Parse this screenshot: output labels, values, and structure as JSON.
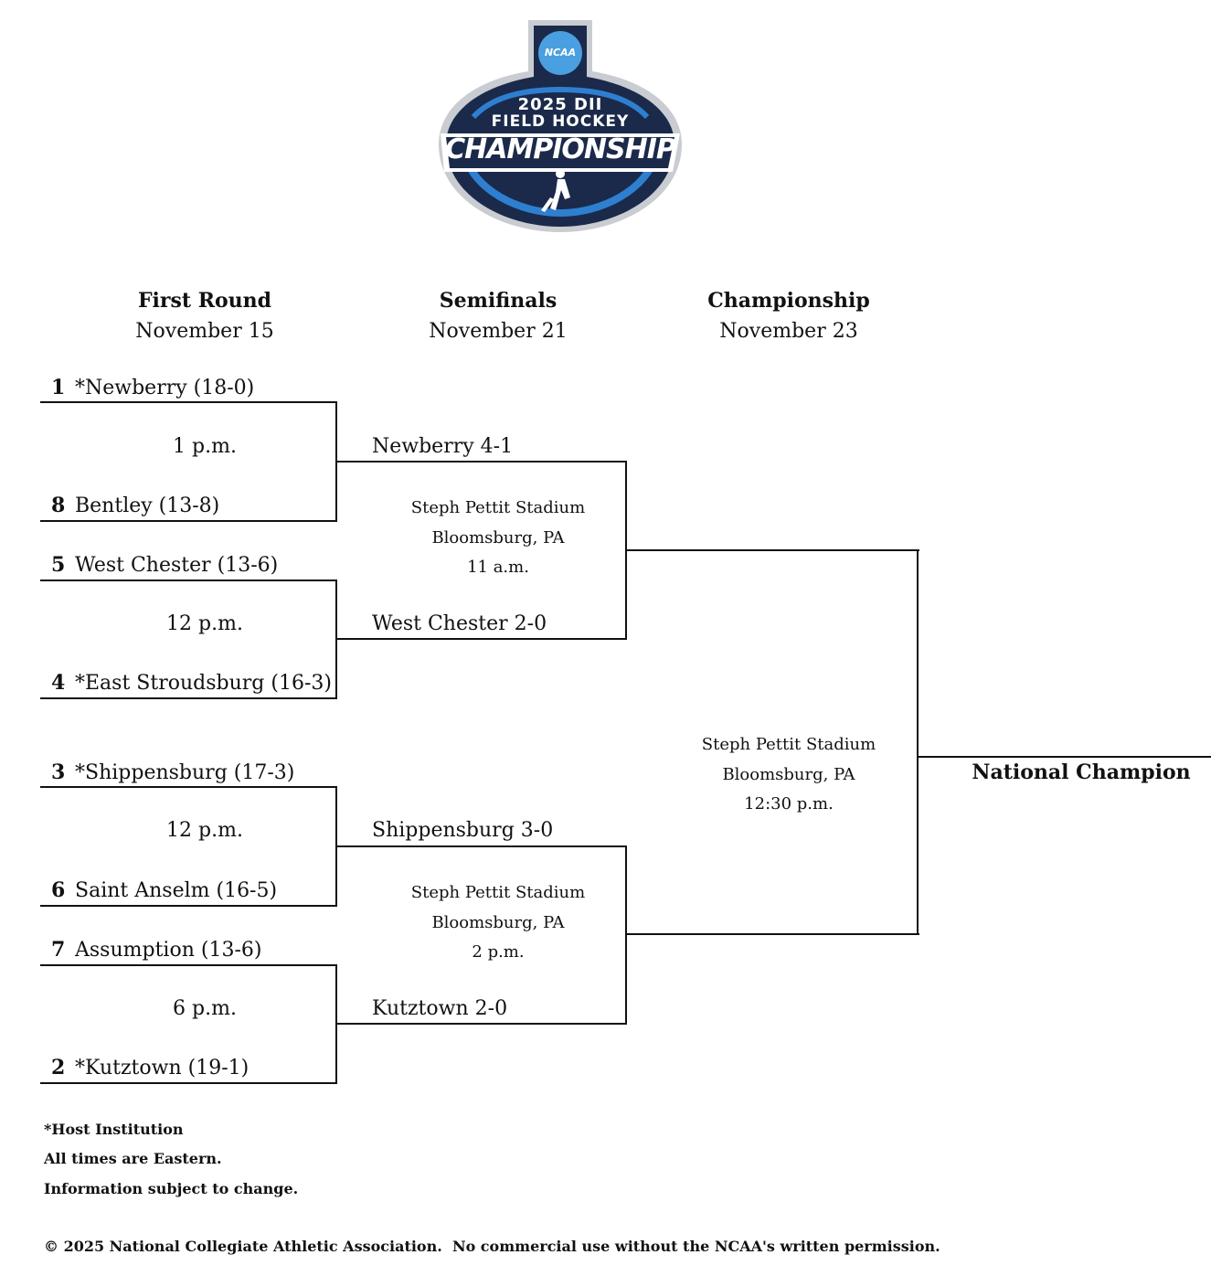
{
  "logo": {
    "ncaa": "NCAA",
    "line1": "2025 DII",
    "line2": "FIELD HOCKEY",
    "line3": "CHAMPIONSHIP",
    "colors": {
      "navy": "#1b2a4a",
      "blue": "#2e7fd0",
      "badge": "#4a9fe0",
      "silver": "#c9ccd1"
    }
  },
  "rounds": [
    {
      "title": "First Round",
      "date": "November 15"
    },
    {
      "title": "Semifinals",
      "date": "November 21"
    },
    {
      "title": "Championship",
      "date": "November 23"
    }
  ],
  "first_round": [
    {
      "top": {
        "seed": "1",
        "name": "*Newberry (18-0)"
      },
      "bottom": {
        "seed": "8",
        "name": "Bentley (13-8)"
      },
      "time": "1 p.m."
    },
    {
      "top": {
        "seed": "5",
        "name": "West Chester (13-6)"
      },
      "bottom": {
        "seed": "4",
        "name": "*East Stroudsburg (16-3)"
      },
      "time": "12 p.m."
    },
    {
      "top": {
        "seed": "3",
        "name": "*Shippensburg (17-3)"
      },
      "bottom": {
        "seed": "6",
        "name": "Saint Anselm (16-5)"
      },
      "time": "12 p.m."
    },
    {
      "top": {
        "seed": "7",
        "name": "Assumption (13-6)"
      },
      "bottom": {
        "seed": "2",
        "name": "*Kutztown (19-1)"
      },
      "time": "6 p.m."
    }
  ],
  "semifinals": [
    {
      "top": "Newberry 4-1",
      "bottom": "West Chester 2-0",
      "venue": "Steph Pettit Stadium",
      "city": "Bloomsburg, PA",
      "time": "11 a.m."
    },
    {
      "top": "Shippensburg 3-0",
      "bottom": "Kutztown 2-0",
      "venue": "Steph Pettit Stadium",
      "city": "Bloomsburg, PA",
      "time": "2 p.m."
    }
  ],
  "final": {
    "venue": "Steph Pettit Stadium",
    "city": "Bloomsburg, PA",
    "time": "12:30 p.m."
  },
  "champion_label": "National Champion",
  "notes": [
    "*Host Institution",
    "All times are Eastern.",
    "Information subject to change."
  ],
  "copyright": "© 2025 National Collegiate Athletic Association.  No commercial use without the NCAA's written permission."
}
